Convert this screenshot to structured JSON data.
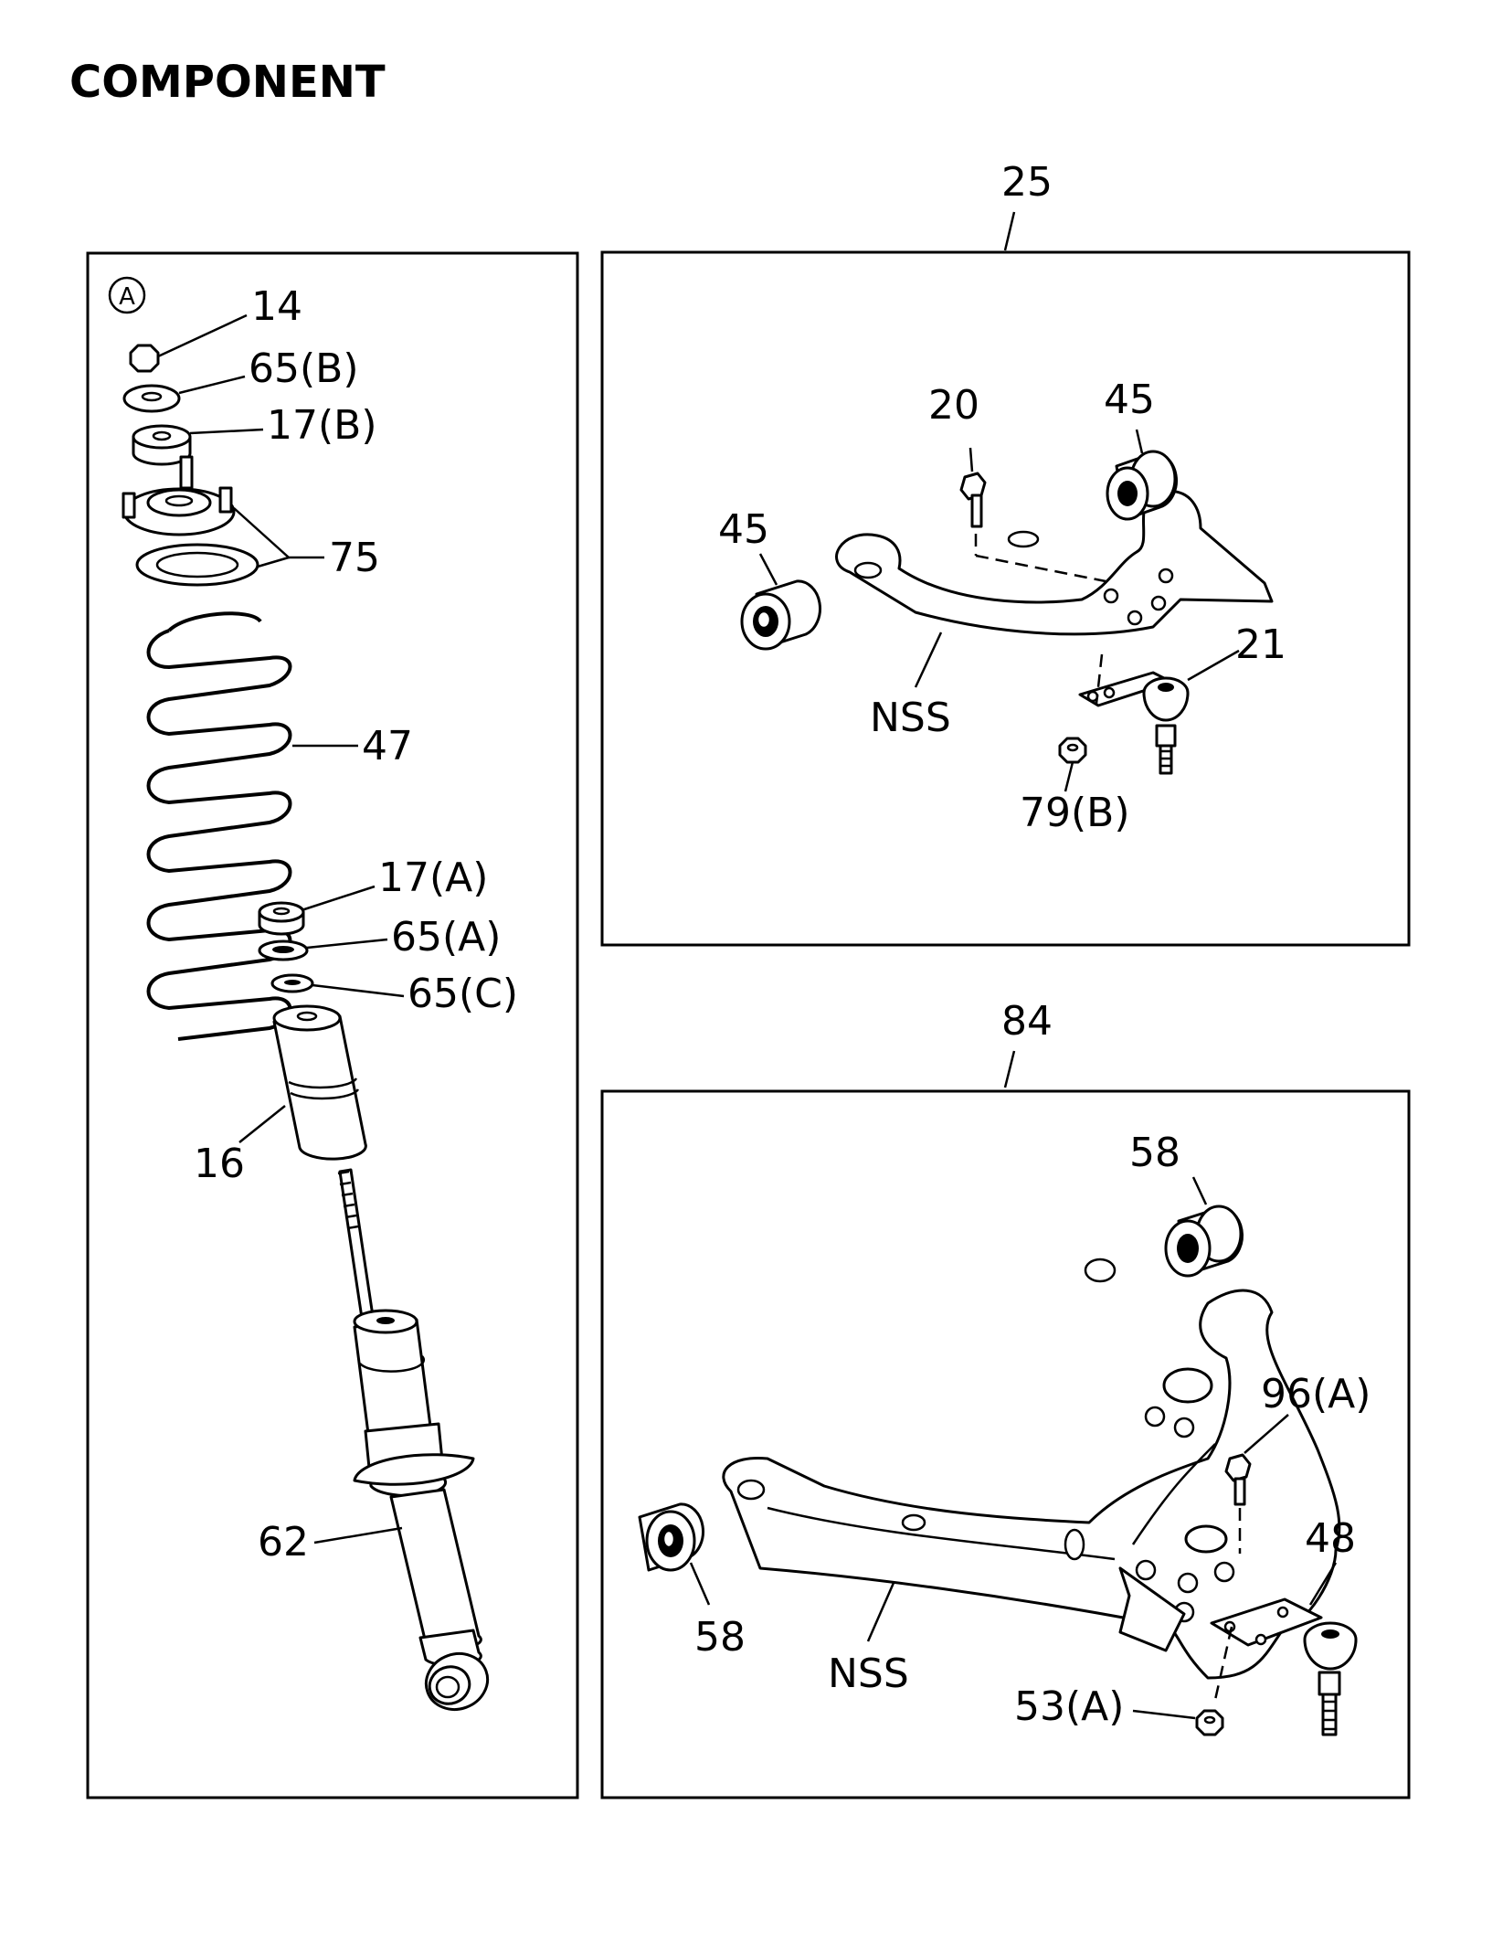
{
  "title": "COMPONENT",
  "panels": {
    "a": {
      "marker": "A",
      "labels": {
        "p14": "14",
        "p65b": "65(B)",
        "p17b": "17(B)",
        "p75": "75",
        "p47": "47",
        "p17a": "17(A)",
        "p65a": "65(A)",
        "p65c": "65(C)",
        "p16": "16",
        "p62": "62"
      }
    },
    "upper": {
      "group": "25",
      "labels": {
        "p20": "20",
        "p45_right": "45",
        "p45_left": "45",
        "p21": "21",
        "nss": "NSS",
        "p79b": "79(B)"
      }
    },
    "lower": {
      "group": "84",
      "labels": {
        "p58_top": "58",
        "p96a": "96(A)",
        "p48": "48",
        "p58_left": "58",
        "nss": "NSS",
        "p53a": "53(A)"
      }
    }
  }
}
